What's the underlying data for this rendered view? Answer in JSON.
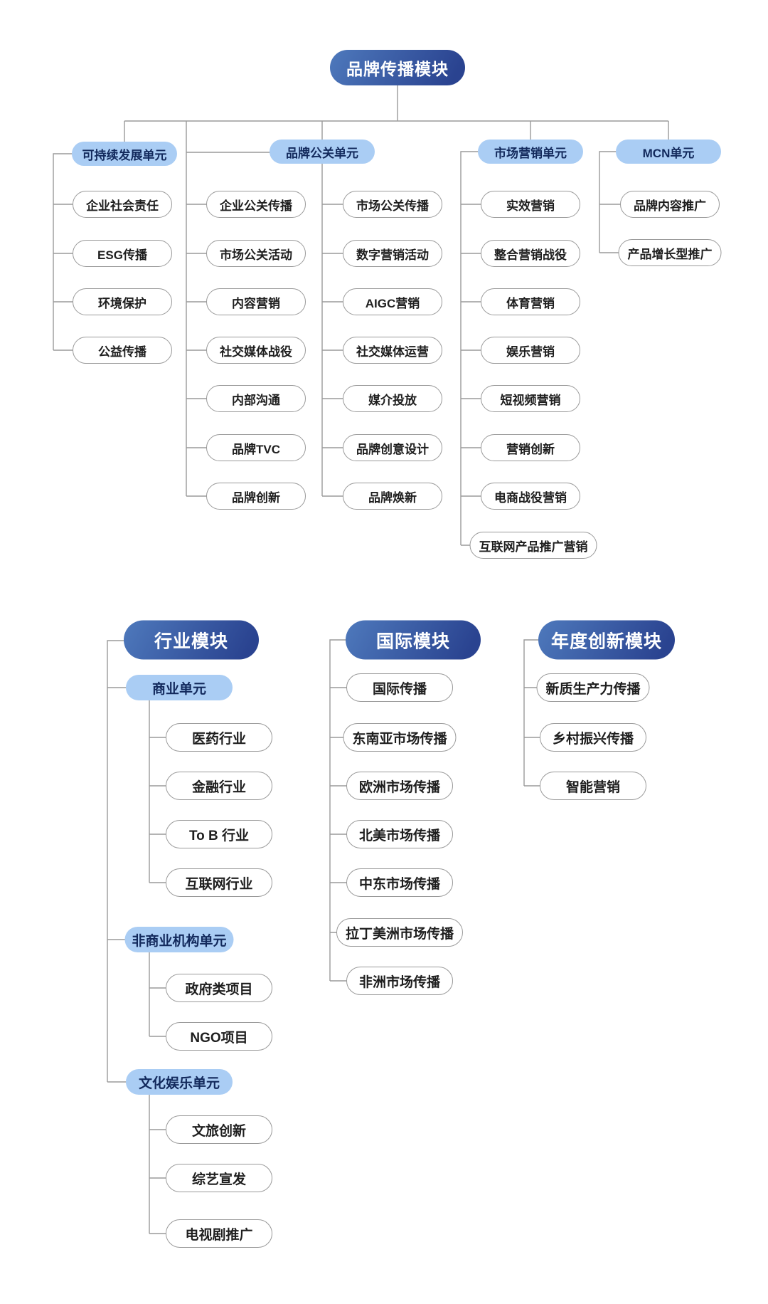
{
  "top": {
    "root_label": "品牌传播模块",
    "units": {
      "sustain": {
        "title": "可持续发展单元",
        "items": [
          "企业社会责任",
          "ESG传播",
          "环境保护",
          "公益传播"
        ]
      },
      "pr": {
        "title": "品牌公关单元",
        "left_items": [
          "企业公关传播",
          "市场公关活动",
          "内容营销",
          "社交媒体战役",
          "内部沟通",
          "品牌TVC",
          "品牌创新"
        ],
        "right_items": [
          "市场公关传播",
          "数字营销活动",
          "AIGC营销",
          "社交媒体运营",
          "媒介投放",
          "品牌创意设计",
          "品牌焕新"
        ]
      },
      "marketing": {
        "title": "市场营销单元",
        "items": [
          "实效营销",
          "整合营销战役",
          "体育营销",
          "娱乐营销",
          "短视频营销",
          "营销创新",
          "电商战役营销",
          "互联网产品推广营销"
        ]
      },
      "mcn": {
        "title": "MCN单元",
        "items": [
          "品牌内容推广",
          "产品增长型推广"
        ]
      }
    }
  },
  "bottom": {
    "industry": {
      "title": "行业模块",
      "units": {
        "commercial": {
          "title": "商业单元",
          "items": [
            "医药行业",
            "金融行业",
            "To B 行业",
            "互联网行业"
          ]
        },
        "noncommercial": {
          "title": "非商业机构单元",
          "items": [
            "政府类项目",
            "NGO项目"
          ]
        },
        "culture": {
          "title": "文化娱乐单元",
          "items": [
            "文旅创新",
            "综艺宣发",
            "电视剧推广"
          ]
        }
      }
    },
    "international": {
      "title": "国际模块",
      "items": [
        "国际传播",
        "东南亚市场传播",
        "欧洲市场传播",
        "北美市场传播",
        "中东市场传播",
        "拉丁美洲市场传播",
        "非洲市场传播"
      ]
    },
    "innovation": {
      "title": "年度创新模块",
      "items": [
        "新质生产力传播",
        "乡村振兴传播",
        "智能营销"
      ]
    }
  },
  "colors": {
    "module_blue_start": "#4e79bc",
    "module_blue_end": "#2a4390",
    "unit_blue": "#aacdf4",
    "unit_text": "#12295c",
    "leaf_border": "#9a9a9a",
    "connector": "#9a9a9a"
  }
}
